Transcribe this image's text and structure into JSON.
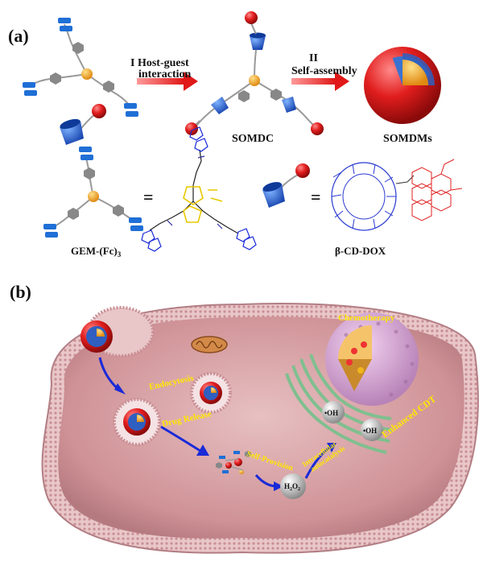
{
  "panel_a": {
    "label": "(a)",
    "step1": {
      "title": "I Host-guest",
      "subtitle": "interaction"
    },
    "step2": {
      "title": "II",
      "subtitle": "Self-assembly"
    },
    "somdc": "SOMDC",
    "somdms": "SOMDMs",
    "gem": "GEM-(Fc)",
    "gem_sub": "3",
    "equals": "=",
    "cd_dox": "β-CD-DOX"
  },
  "panel_b": {
    "label": "(b)",
    "endocytosis": "Endocytosis",
    "drug_release": "Drug Release",
    "self_provision": "Self-Provision",
    "intracellular1": "Intracellular",
    "intracellular2": "autocatalysis",
    "h2o2_main": "H",
    "h2o2_sub1": "2",
    "h2o2_o": "O",
    "h2o2_sub2": "2",
    "oh": "•OH",
    "enhanced_cdt": "Enhanced CDT",
    "chemotherapy": "Chemotherapy"
  },
  "colors": {
    "red_sphere": "#d81b1b",
    "blue_fc": "#1f6fd6",
    "gold_core": "#f5a623",
    "arrow_red": "#e01818",
    "arrow_blue": "#1a2ad8",
    "cell_fill": "#d9a3a6",
    "label_yellow": "#ffe600"
  }
}
